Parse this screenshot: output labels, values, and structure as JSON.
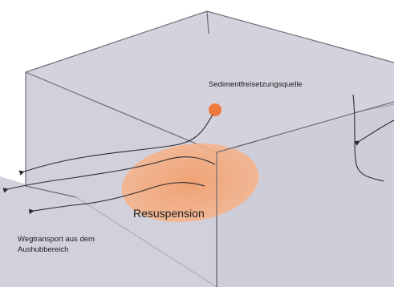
{
  "labels": {
    "source": "Sedimentfreisetzungsquelle",
    "resuspension": "Resuspension",
    "transport_line1": "Wegtransport aus dem",
    "transport_line2": "Aushubbereich"
  },
  "colors": {
    "box_fill": "#d3d1dc",
    "box_edge": "#6e6e78",
    "plume": "#f4a878",
    "source": "#ef7a3e",
    "flow_line": "#2a2a30"
  }
}
